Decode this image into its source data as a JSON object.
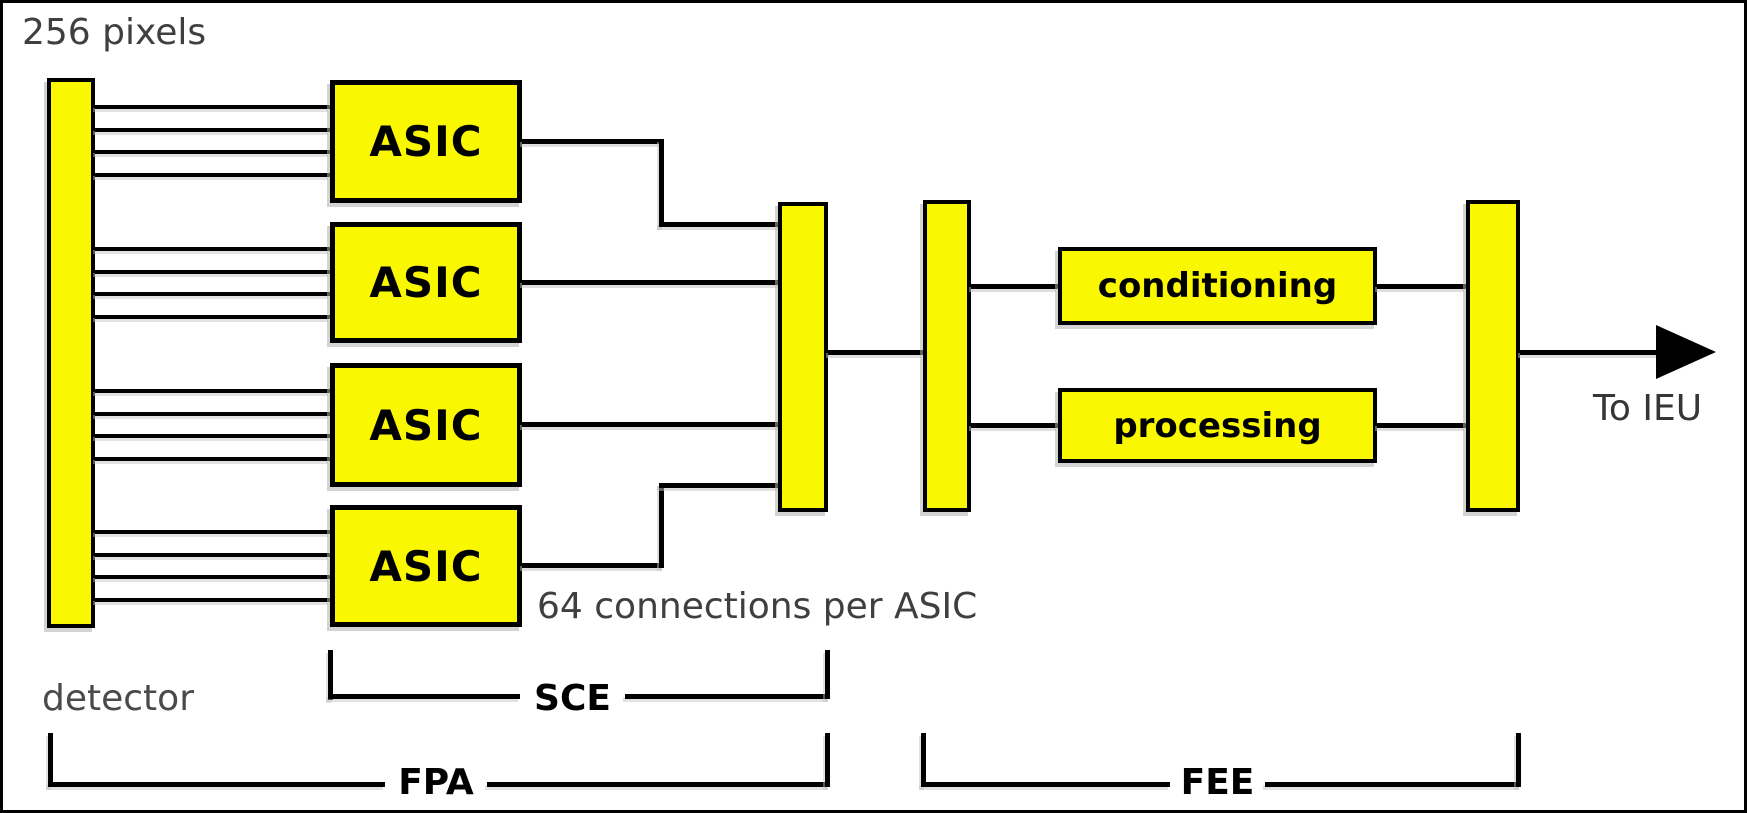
{
  "diagram": {
    "pixels_label": "256 pixels",
    "detector_label": "detector",
    "connections_label": "64 connections per ASIC",
    "output_label": "To IEU",
    "asic_boxes": [
      "ASIC",
      "ASIC",
      "ASIC",
      "ASIC"
    ],
    "fee_boxes": {
      "conditioning": "conditioning",
      "processing": "processing"
    },
    "group_labels": {
      "sce": "SCE",
      "fpa": "FPA",
      "fee": "FEE"
    },
    "colors": {
      "box_fill": "#f9f800",
      "line": "#000000",
      "muted_text": "#3f3f3f",
      "background": "#ffffff",
      "border": "#000000"
    }
  }
}
